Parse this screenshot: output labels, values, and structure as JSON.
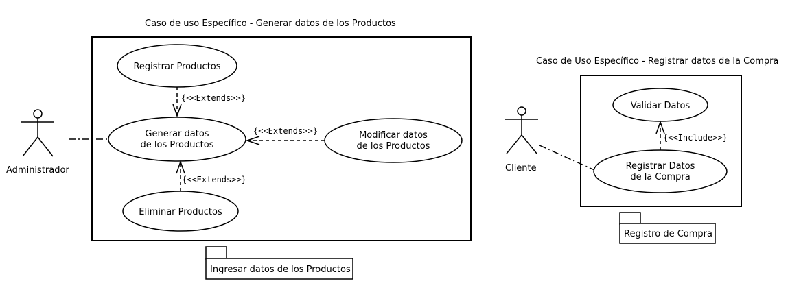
{
  "diagram1": {
    "title": "Caso de uso Específico - Generar datos de los Productos",
    "package_label": "Ingresar datos de los Productos",
    "actor": "Administrador",
    "use_cases": {
      "registrar": "Registrar Productos",
      "generar_line1": "Generar datos",
      "generar_line2": "de los Productos",
      "modificar_line1": "Modificar datos",
      "modificar_line2": "de los Productos",
      "eliminar": "Eliminar Productos"
    },
    "relations": {
      "extends_registrar": "{<<Extends>>}",
      "extends_modificar": "{<<Extends>>}",
      "extends_eliminar": "{<<Extends>>}"
    }
  },
  "diagram2": {
    "title": "Caso de Uso Específico - Registrar datos de la Compra",
    "package_label": "Registro de Compra",
    "actor": "Cliente",
    "use_cases": {
      "validar": "Validar Datos",
      "registrar_line1": "Registrar Datos",
      "registrar_line2": "de la Compra"
    },
    "relations": {
      "include_validar": "{<<Include>>}"
    }
  }
}
